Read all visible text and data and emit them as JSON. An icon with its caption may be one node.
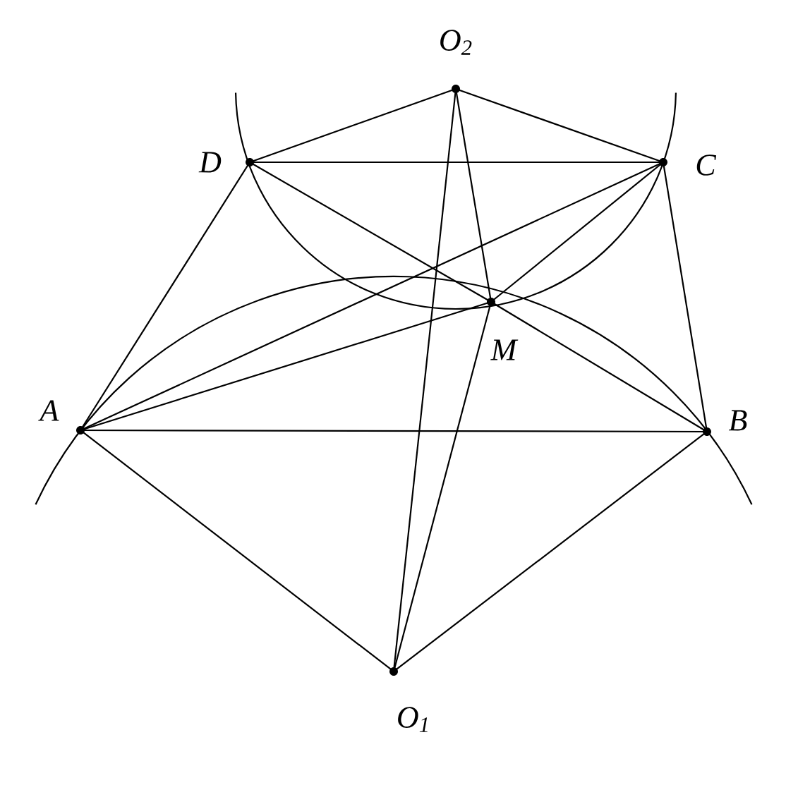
{
  "diagram": {
    "nodes": [
      {
        "text": [
          "O$_{2}$"
        ]
      },
      {
        "text": [
          "D"
        ]
      },
      {
        "text": [
          "C"
        ]
      },
      {
        "text": [
          "M"
        ]
      },
      {
        "text": [
          "A"
        ]
      },
      {
        "text": [
          "B"
        ]
      },
      {
        "text": [
          "O$_{1}$"
        ]
      }
    ],
    "edges": [
      {
        "from": 0,
        "to": 1,
        "arrow": "none"
      },
      {
        "from": 0,
        "to": 2,
        "arrow": "none"
      },
      {
        "from": 1,
        "to": 2,
        "arrow": "none"
      },
      {
        "from": 1,
        "to": 4,
        "arrow": "none"
      },
      {
        "from": 2,
        "to": 5,
        "arrow": "none"
      },
      {
        "from": 4,
        "to": 5,
        "arrow": "none"
      },
      {
        "from": 4,
        "to": 6,
        "arrow": "none"
      },
      {
        "from": 5,
        "to": 6,
        "arrow": "none"
      },
      {
        "from": 0,
        "to": 6,
        "arrow": "none"
      },
      {
        "from": 0,
        "to": 3,
        "arrow": "none"
      },
      {
        "from": 6,
        "to": 3,
        "arrow": "none"
      },
      {
        "from": 1,
        "to": 3,
        "arrow": "none"
      },
      {
        "from": 3,
        "to": 5,
        "arrow": "none"
      },
      {
        "from": 4,
        "to": 2,
        "arrow": "none"
      },
      {
        "from": 4,
        "to": 3,
        "arrow": "none"
      },
      {
        "from": 2,
        "to": 3,
        "arrow": "none"
      }
    ]
  }
}
